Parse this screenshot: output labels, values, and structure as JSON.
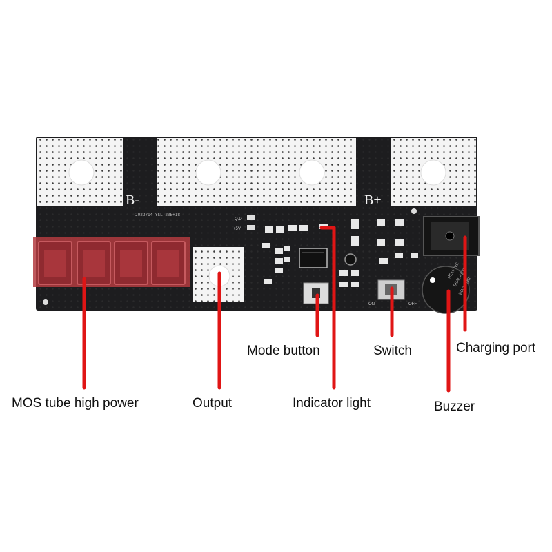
{
  "board": {
    "terminal_minus": "B-",
    "terminal_plus": "B+",
    "silk_code": "2023714-YSL-20E+18",
    "silk_qd": "Q.D",
    "silk_5v": "+5V",
    "silk_on": "ON",
    "silk_off": "OFF",
    "buzzer_text_1": "REMOVE",
    "buzzer_text_2": "SEAL AFTER",
    "buzzer_text_3": "WASHING"
  },
  "labels": {
    "mos": "MOS tube high power",
    "output": "Output",
    "mode_button": "Mode button",
    "indicator": "Indicator light",
    "switch": "Switch",
    "buzzer": "Buzzer",
    "charging_port": "Charging port"
  },
  "colors": {
    "pcb": "#1d1d1f",
    "pad": "#f4f4f4",
    "mos_highlight": "#b33b40",
    "leader_line": "#e01515"
  }
}
